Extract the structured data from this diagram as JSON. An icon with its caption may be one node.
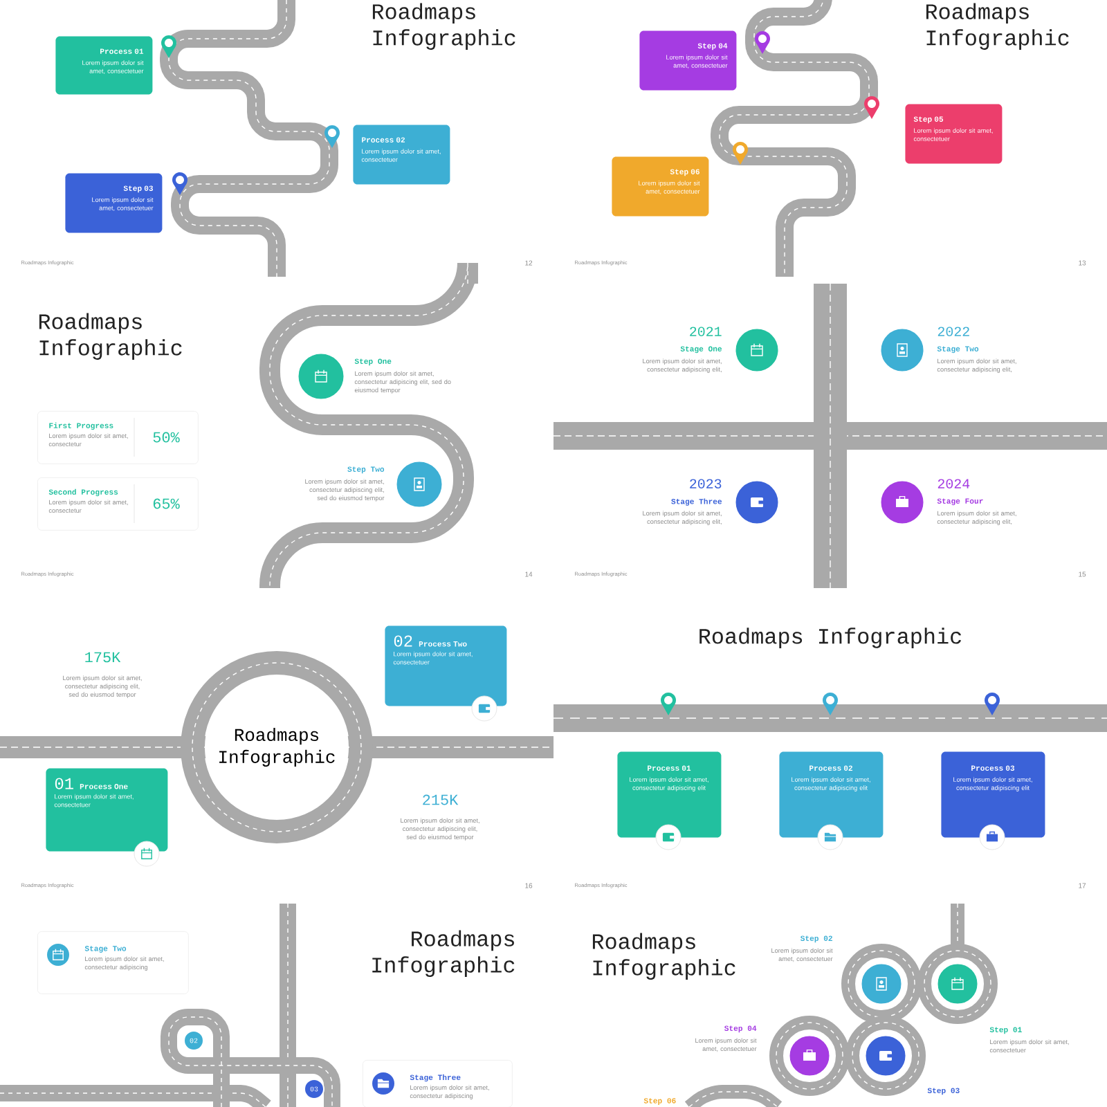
{
  "diagram": {
    "nodes": [
      {
        "text": [
          "Process 01",
          "Lorem ipsum dolor sit amet, consectetuer"
        ]
      },
      {
        "text": [
          "Process 02",
          "Lorem ipsum dolor sit amet, consectetuer"
        ]
      },
      {
        "text": [
          "Step 03",
          "Lorem ipsum dolor sit amet, consectetuer"
        ]
      },
      {
        "text": [
          "Step 04",
          "Lorem ipsum dolor sit amet, consectetuer"
        ]
      },
      {
        "text": [
          "Step 05",
          "Lorem ipsum dolor sit amet, consectetuer"
        ]
      },
      {
        "text": [
          "Step 06",
          "Lorem ipsum dolor sit amet, consectetuer"
        ]
      },
      {
        "text": [
          "First Progress",
          "Lorem ipsum dolor sit amet, consectetur",
          "50%"
        ]
      },
      {
        "text": [
          "Second Progress",
          "Lorem ipsum dolor sit amet, consectetur",
          "65%"
        ]
      },
      {
        "text": [],
        "shape": "circle",
        "beside": [
          "Step One",
          "Lorem ipsum dolor sit amet, consectetur adipiscing elit, sed do eiusmod tempor"
        ]
      },
      {
        "text": [],
        "shape": "circle",
        "beside": [
          "Step Two",
          "Lorem ipsum dolor sit amet, consectetur adipiscing elit, sed do eiusmod tempor"
        ]
      },
      {
        "text": [],
        "shape": "circle",
        "beside": [
          "2021",
          "Stage One",
          "Lorem ipsum dolor sit amet, consectetur adipiscing elit,"
        ]
      },
      {
        "text": [],
        "shape": "circle",
        "beside": [
          "2022",
          "Stage Two",
          "Lorem ipsum dolor sit amet, consectetur adipiscing elit,"
        ]
      },
      {
        "text": [],
        "shape": "circle",
        "beside": [
          "2023",
          "Stage Three",
          "Lorem ipsum dolor sit amet, consectetur adipiscing elit,"
        ]
      },
      {
        "text": [],
        "shape": "circle",
        "beside": [
          "2024",
          "Stage Four",
          "Lorem ipsum dolor sit amet, consectetur adipiscing elit,"
        ]
      },
      {
        "text": [
          "01",
          "Process One",
          "Lorem ipsum dolor sit amet, consectetuer"
        ]
      },
      {
        "text": [
          "Roadmaps Infographic"
        ]
      },
      {
        "text": [
          "02",
          "Process Two",
          "Lorem ipsum dolor sit amet, consectetuer"
        ]
      },
      {
        "text": [
          "Process 01",
          "Lorem ipsum dolor sit amet, consectetur adipiscing elit"
        ]
      },
      {
        "text": [
          "Process 02",
          "Lorem ipsum dolor sit amet, consectetur adipiscing elit"
        ]
      },
      {
        "text": [
          "Process 03",
          "Lorem ipsum dolor sit amet, consectetur adipiscing elit"
        ]
      },
      {
        "text": [
          "Stage Two",
          "Lorem ipsum dolor sit amet, consectetur adipiscing"
        ]
      },
      {
        "text": [
          "02"
        ]
      },
      {
        "text": [
          "03"
        ]
      },
      {
        "text": [
          "Stage Three",
          "Lorem ipsum dolor sit amet, consectetur adipiscing"
        ]
      },
      {
        "text": [],
        "shape": "circle",
        "beside": [
          "Step 02",
          "Lorem ipsum dolor sit amet, consectetuer"
        ]
      },
      {
        "text": [],
        "shape": "circle",
        "beside": [
          "Step 01",
          "Lorem ipsum dolor sit amet, consectetuer"
        ]
      },
      {
        "text": [],
        "shape": "circle",
        "beside": [
          "Step 04",
          "Lorem ipsum dolor sit amet, consectetuer"
        ]
      },
      {
        "text": [],
        "shape": "circle",
        "beside": [
          "Step 03"
        ]
      }
    ],
    "labels": [
      "Roadmaps Infographic",
      "Roadmaps Infographic",
      "12",
      "Roadmaps Infographic",
      "Roadmaps Infographic",
      "13",
      "Roadmaps Infographic",
      "Roadmaps Infographic",
      "14",
      "Roadmaps Infographic",
      "15",
      "175K",
      "Lorem ipsum dolor sit amet, consectetur adipiscing elit, sed do eiusmod tempor",
      "215K",
      "Lorem ipsum dolor sit amet, consectetur adipiscing elit, sed do eiusmod tempor",
      "Roadmaps Infographic",
      "16",
      "Roadmaps Infographic",
      "Roadmaps Infographic",
      "17",
      "Roadmaps Infographic",
      "Roadmaps Infographic",
      "Step 06"
    ]
  }
}
